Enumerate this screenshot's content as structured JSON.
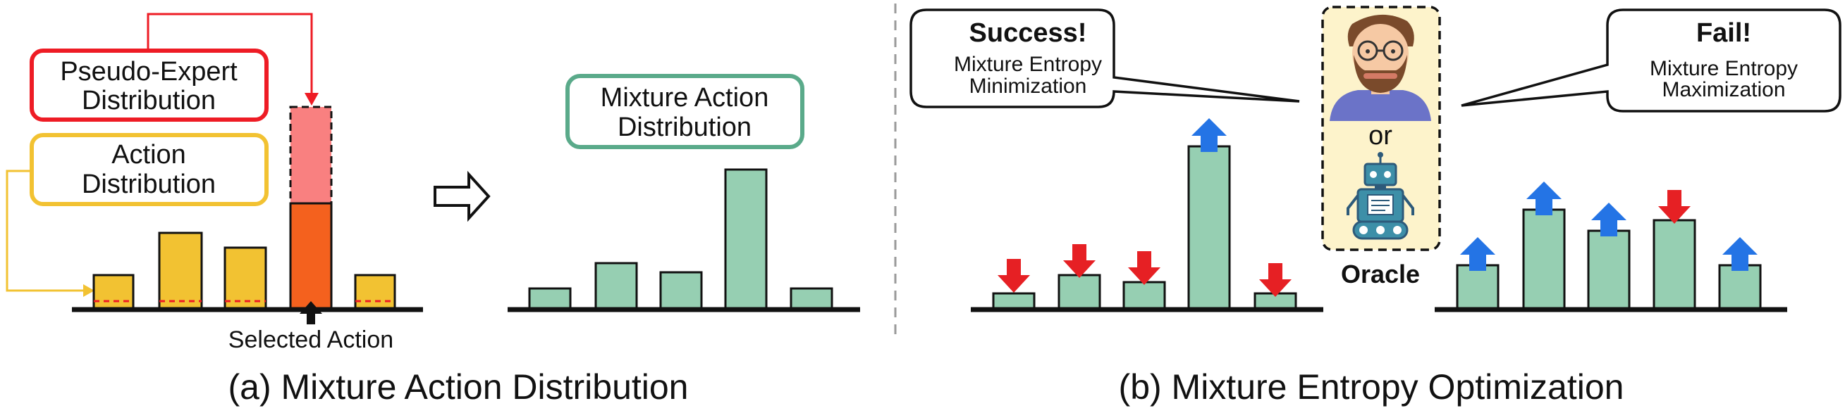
{
  "panel_a": {
    "pseudo_expert_label_1": "Pseudo-Expert",
    "pseudo_expert_label_2": "Distribution",
    "action_label_1": "Action",
    "action_label_2": "Distribution",
    "mixture_label_1": "Mixture Action",
    "mixture_label_2": "Distribution",
    "selected_action": "Selected Action",
    "caption": "(a) Mixture Action Distribution"
  },
  "panel_b": {
    "success_title": "Success!",
    "success_sub_1": "Mixture Entropy",
    "success_sub_2": "Minimization",
    "fail_title": "Fail!",
    "fail_sub_1": "Mixture Entropy",
    "fail_sub_2": "Maximization",
    "or_text": "or",
    "oracle_text": "Oracle",
    "caption": "(b) Mixture Entropy Optimization"
  },
  "colors": {
    "pseudo_expert": "#ee1c25",
    "action": "#f2c232",
    "mixture": "#5aaa8a",
    "bar_green": "#96cfb2",
    "bar_orange": "#f4611e",
    "bar_pink": "#f98080",
    "arrow_up": "#2474e5",
    "arrow_down": "#e62024",
    "oracle_bg": "#fdf3cb"
  },
  "icons": [
    "human-face-icon",
    "robot-icon",
    "hollow-right-arrow-icon",
    "up-arrow-icon",
    "down-arrow-icon"
  ]
}
